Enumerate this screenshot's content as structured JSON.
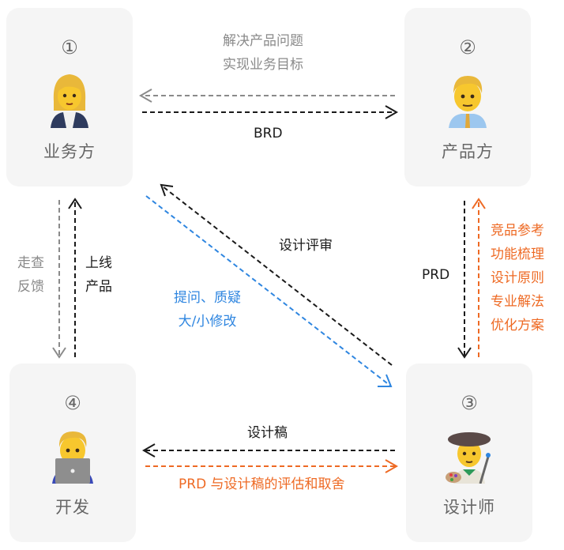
{
  "colors": {
    "card_bg": "#f5f5f5",
    "gray": "#8a8a8a",
    "black": "#1a1a1a",
    "blue": "#2f86e0",
    "orange": "#ee6a24"
  },
  "nodes": [
    {
      "number": "①",
      "role": "业务方",
      "icon": "businesswoman-icon"
    },
    {
      "number": "②",
      "role": "产品方",
      "icon": "businessman-icon"
    },
    {
      "number": "③",
      "role": "设计师",
      "icon": "artist-icon"
    },
    {
      "number": "④",
      "role": "开发",
      "icon": "developer-laptop-icon"
    }
  ],
  "edges": {
    "product_to_business": {
      "label": "解决产品问题\n实现业务目标",
      "color": "gray"
    },
    "business_to_product": {
      "label": "BRD",
      "color": "black"
    },
    "product_to_designer": {
      "label": "PRD",
      "color": "black"
    },
    "designer_to_product": {
      "label": "竞品参考\n功能梳理\n设计原则\n专业解法\n优化方案",
      "color": "orange"
    },
    "designer_to_business": {
      "label": "设计评审",
      "color": "black"
    },
    "business_to_designer": {
      "label": "提问、质疑\n大/小修改",
      "color": "blue"
    },
    "designer_to_dev": {
      "label": "设计稿",
      "color": "black"
    },
    "dev_to_designer": {
      "label": "PRD 与设计稿的评估和取舍",
      "color": "orange"
    },
    "business_to_dev": {
      "label": "走查\n反馈",
      "color": "gray"
    },
    "dev_to_business": {
      "label": "上线\n产品",
      "color": "black"
    }
  }
}
